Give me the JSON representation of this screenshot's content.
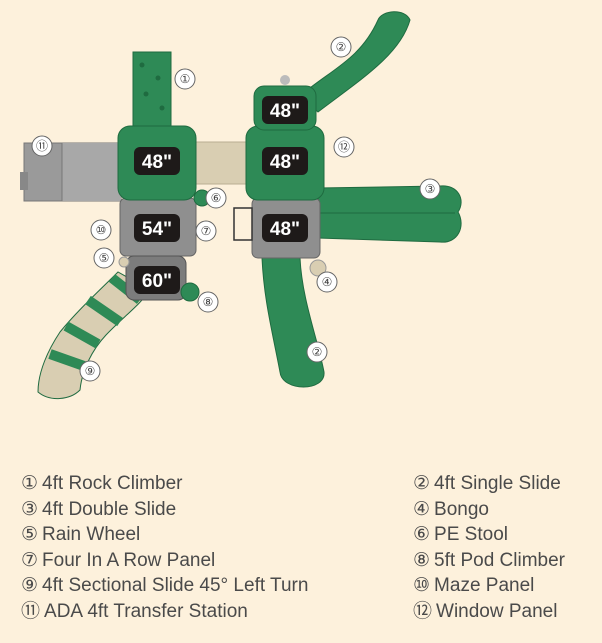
{
  "platforms": [
    {
      "id": "p1",
      "height": "48\""
    },
    {
      "id": "p2",
      "height": "48\""
    },
    {
      "id": "p3",
      "height": "48\""
    },
    {
      "id": "p4",
      "height": "54\""
    },
    {
      "id": "p5",
      "height": "48\""
    },
    {
      "id": "p6",
      "height": "60\""
    }
  ],
  "callouts": [
    "①",
    "②",
    "③",
    "④",
    "⑤",
    "⑥",
    "⑦",
    "⑧",
    "⑨",
    "⑩",
    "⑪",
    "⑫"
  ],
  "legend": {
    "left": [
      {
        "num": "①",
        "label": "4ft Rock Climber"
      },
      {
        "num": "③",
        "label": "4ft Double Slide"
      },
      {
        "num": "⑤",
        "label": "Rain Wheel"
      },
      {
        "num": "⑦",
        "label": "Four In A Row Panel"
      },
      {
        "num": "⑨",
        "label": "4ft Sectional Slide 45° Left Turn"
      },
      {
        "num": "⑪",
        "label": "ADA 4ft Transfer Station"
      }
    ],
    "right": [
      {
        "num": "②",
        "label": "4ft Single Slide"
      },
      {
        "num": "④",
        "label": "Bongo"
      },
      {
        "num": "⑥",
        "label": "PE Stool"
      },
      {
        "num": "⑧",
        "label": "5ft Pod Climber"
      },
      {
        "num": "⑩",
        "label": "Maze Panel"
      },
      {
        "num": "⑫",
        "label": "Window Panel"
      }
    ]
  },
  "colors": {
    "background": "#fdf1dc",
    "green": "#2e8a56",
    "dark_green": "#1f6b40",
    "deck_gray": "#8f8f8f",
    "tan": "#d9ceb2",
    "label_bg": "#1e1a19"
  }
}
